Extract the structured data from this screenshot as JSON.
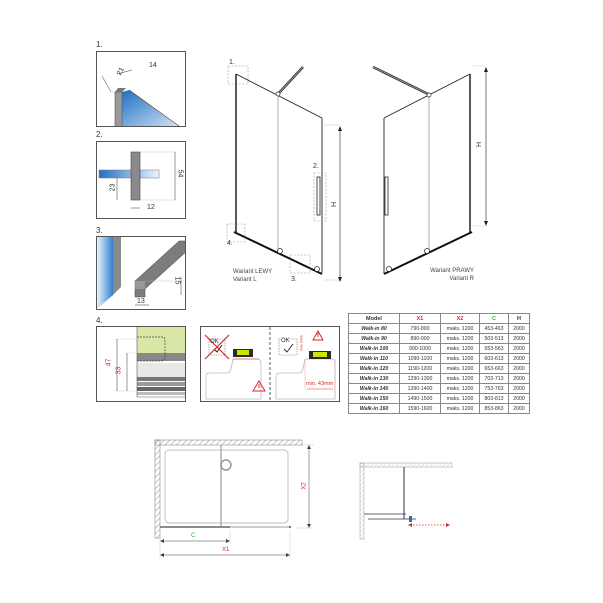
{
  "details": [
    {
      "number": "1.",
      "dims": [
        "21",
        "14"
      ]
    },
    {
      "number": "2.",
      "dims": [
        "54",
        "23",
        "12"
      ]
    },
    {
      "number": "3.",
      "dims": [
        "15",
        "13"
      ]
    },
    {
      "number": "4.",
      "dims": [
        "47",
        "33"
      ]
    }
  ],
  "variant_left": {
    "line1": "Wariant LEWY",
    "line2": "Variant L",
    "callouts": [
      "1.",
      "2.",
      "3.",
      "4."
    ],
    "dimension": "H"
  },
  "variant_right": {
    "line1": "Wariant PRAWY",
    "line2": "Variant R",
    "dimension": "H"
  },
  "floor_guide": {
    "bad_label": "OK",
    "good_label": "OK",
    "max_label": "max 2mm",
    "min_label": "min. 43mm"
  },
  "table": {
    "headers": [
      "Model",
      "X1",
      "X2",
      "C",
      "H"
    ],
    "header_colors": [
      "#333333",
      "#d9262b",
      "#d9262b",
      "#3aa53a",
      "#333333"
    ],
    "rows": [
      [
        "Walk-in 80",
        "790-800",
        "maks. 1200",
        "453-463",
        "2000"
      ],
      [
        "Walk-in 90",
        "890-900",
        "maks. 1200",
        "503-513",
        "2000"
      ],
      [
        "Walk-in 100",
        "990-1000",
        "maks. 1200",
        "553-563",
        "2000"
      ],
      [
        "Walk-in 110",
        "1090-1100",
        "maks. 1200",
        "603-613",
        "2000"
      ],
      [
        "Walk-in 120",
        "1190-1200",
        "maks. 1200",
        "653-663",
        "2000"
      ],
      [
        "Walk-in 130",
        "1290-1300",
        "maks. 1200",
        "703-713",
        "2000"
      ],
      [
        "Walk-in 140",
        "1390-1400",
        "maks. 1200",
        "753-763",
        "2000"
      ],
      [
        "Walk-in 150",
        "1490-1500",
        "maks. 1200",
        "803-813",
        "2000"
      ],
      [
        "Walk-in 160",
        "1590-1600",
        "maks. 1200",
        "853-863",
        "2000"
      ]
    ]
  },
  "plan_view": {
    "x1_label": "X1",
    "x2_label": "X2",
    "c_label": "C"
  },
  "colors": {
    "red": "#d9262b",
    "green": "#3aa53a",
    "glass_blue": "#2f7fd0",
    "profile_gray": "#8a8a8a"
  }
}
